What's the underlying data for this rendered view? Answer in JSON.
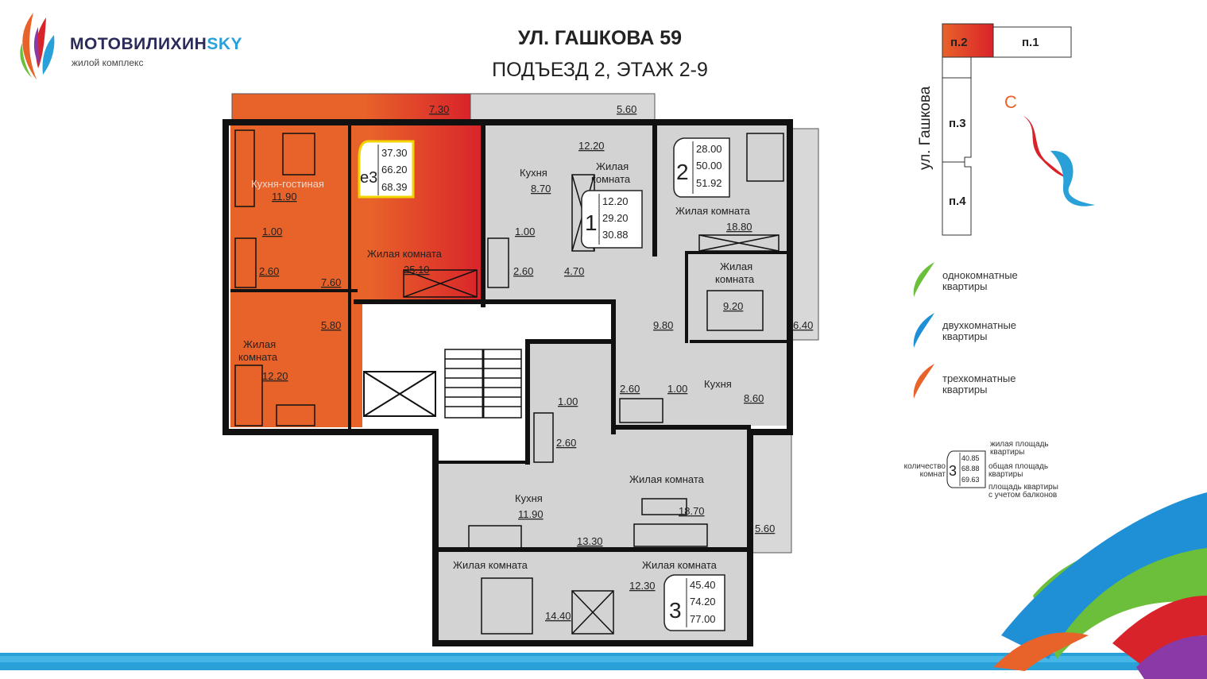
{
  "header": {
    "brand": "МОТОВИЛИХИН",
    "brand_accent": "SKY",
    "brand_subtitle": "жилой комплекс",
    "title": "УЛ. ГАШКОВА 59",
    "subtitle": "ПОДЪЕЗД 2, ЭТАЖ 2-9"
  },
  "colors": {
    "three_room": "#e8632a",
    "three_room_accent": "#d9232a",
    "floor_grey": "#d3d3d3",
    "balcony_grey": "#d8d8d8",
    "wall": "#111111",
    "selected_outline": "#f2d500",
    "brand_blue": "#2aa0d8",
    "two_room_icon": "#1f8fd6",
    "one_room_icon": "#6bbf3a"
  },
  "plan": {
    "balconies": {
      "top_left": "7.30",
      "top_right": "5.60",
      "right_upper": "6.40",
      "right_lower": "5.60"
    },
    "apartment_e3": {
      "label": "е3",
      "living": "37.30",
      "total": "66.20",
      "with_balcony": "68.39",
      "rooms": {
        "kitchen_name": "Кухня-гостиная",
        "kitchen_area": "11.90",
        "living_name": "Жилая комната",
        "living_area": "25.10",
        "wc_area": "1.00",
        "bath_area": "2.60",
        "hall_area": "7.60",
        "corridor_area": "5.80",
        "bedroom_name_1": "Жилая",
        "bedroom_name_2": "комната",
        "bedroom_area": "12.20"
      }
    },
    "apartment_1": {
      "label": "1",
      "living": "12.20",
      "total": "29.20",
      "with_balcony": "30.88",
      "rooms": {
        "kitchen_name": "Кухня",
        "kitchen_area": "8.70",
        "living_name_1": "Жилая",
        "living_name_2": "комната",
        "living_area": "12.20",
        "wc_area": "1.00",
        "bath_area": "2.60",
        "hall_area": "4.70"
      }
    },
    "apartment_2": {
      "label": "2",
      "living": "28.00",
      "total": "50.00",
      "with_balcony": "51.92",
      "rooms": {
        "living_name": "Жилая комната",
        "living_area": "18.80",
        "bedroom_name_1": "Жилая",
        "bedroom_name_2": "комната",
        "bedroom_area": "9.20",
        "hall_area": "9.80",
        "bath_area": "2.60",
        "wc_area": "1.00",
        "kitchen_name": "Кухня",
        "kitchen_area": "8.60"
      }
    },
    "apartment_3": {
      "label": "3",
      "living": "45.40",
      "total": "74.20",
      "with_balcony": "77.00",
      "rooms": {
        "wc_area": "1.00",
        "bath_area": "2.60",
        "kitchen_name": "Кухня",
        "kitchen_area": "11.90",
        "living_name": "Жилая комната",
        "living_area": "18.70",
        "hall_area": "13.30",
        "bedroom1_name": "Жилая комната",
        "bedroom1_area": "14.40",
        "bedroom2_name": "Жилая комната",
        "bedroom2_area": "12.30"
      }
    }
  },
  "site_map": {
    "street": "ул. Гашкова",
    "entrances": [
      "п.2",
      "п.1",
      "п.3",
      "п.4"
    ],
    "compass": "С"
  },
  "legend": {
    "one_room_1": "однокомнатные",
    "one_room_2": "квартиры",
    "two_room_1": "двухкомнатные",
    "two_room_2": "квартиры",
    "three_room_1": "трехкомнатные",
    "three_room_2": "квартиры"
  },
  "key": {
    "rooms_count": "3",
    "sample_living": "40.85",
    "sample_total": "68.88",
    "sample_balcony": "69.63",
    "count_label_1": "количество",
    "count_label_2": "комнат",
    "living_label_1": "жилая площадь",
    "living_label_2": "квартиры",
    "total_label_1": "общая площадь",
    "total_label_2": "квартиры",
    "balcony_label_1": "площадь квартиры",
    "balcony_label_2": "с учетом балконов"
  }
}
